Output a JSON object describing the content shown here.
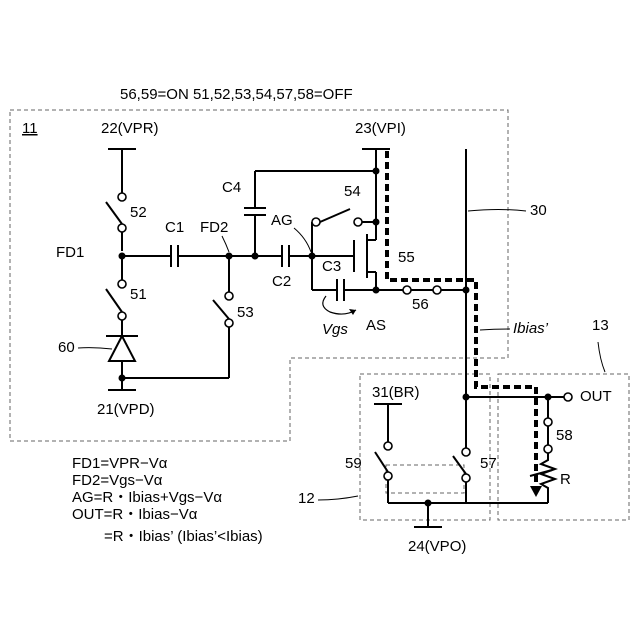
{
  "header": {
    "state": "56,59=ON  51,52,53,54,57,58=OFF"
  },
  "blocks": {
    "pixel": "11",
    "output_circuit": "12",
    "load": "13",
    "line": "30"
  },
  "nodes": {
    "vpr": "22(VPR)",
    "vpi": "23(VPI)",
    "vpd": "21(VPD)",
    "br": "31(BR)",
    "vpo": "24(VPO)",
    "out": "OUT",
    "fd1": "FD1",
    "fd2": "FD2",
    "ag": "AG",
    "as": "AS"
  },
  "components": {
    "sw52": "52",
    "sw51": "51",
    "sw53": "53",
    "sw54": "54",
    "sw56": "56",
    "sw57": "57",
    "sw58": "58",
    "sw59": "59",
    "c1": "C1",
    "c2": "C2",
    "c3": "C3",
    "c4": "C4",
    "transistor": "55",
    "diode": "60",
    "resistor": "R"
  },
  "annotations": {
    "vgs": "Vgs",
    "ibias": "Ibias’"
  },
  "equations": [
    "FD1=VPR−Vα",
    "FD2=Vgs−Vα",
    "AG=R・Ibias+Vgs−Vα",
    "OUT=R・Ibias−Vα",
    "=R・Ibias’ (Ibias’<Ibias)"
  ]
}
